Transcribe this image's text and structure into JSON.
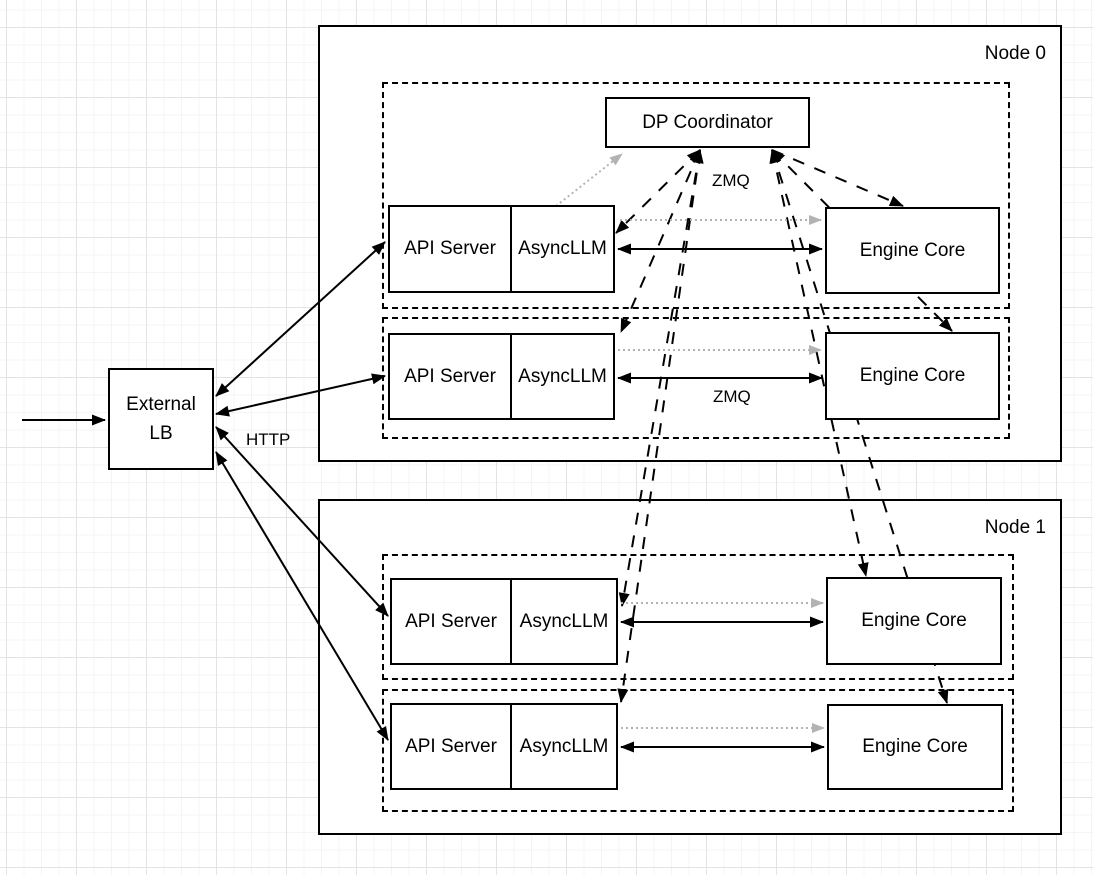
{
  "external_lb": {
    "label": "External LB"
  },
  "dp_coordinator": {
    "label": "DP Coordinator"
  },
  "edge_labels": {
    "http": "HTTP",
    "zmq_coordinator": "ZMQ",
    "zmq_engine": "ZMQ"
  },
  "nodes": [
    {
      "label": "Node 0",
      "rows": [
        {
          "api_server": "API Server",
          "async_llm": "AsyncLLM",
          "engine_core": "Engine Core"
        },
        {
          "api_server": "API Server",
          "async_llm": "AsyncLLM",
          "engine_core": "Engine Core"
        }
      ]
    },
    {
      "label": "Node 1",
      "rows": [
        {
          "api_server": "API Server",
          "async_llm": "AsyncLLM",
          "engine_core": "Engine Core"
        },
        {
          "api_server": "API Server",
          "async_llm": "AsyncLLM",
          "engine_core": "Engine Core"
        }
      ]
    }
  ],
  "colors": {
    "stroke": "#000000",
    "dotted_link": "#b3b3b3",
    "node_fill": "#ffffff",
    "grid_minor": "#f4f4f4",
    "grid_major": "#e3e3e3"
  }
}
